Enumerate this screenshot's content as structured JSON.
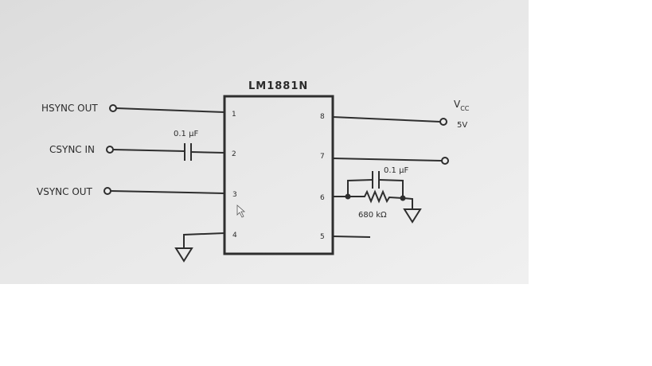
{
  "schematic": {
    "chip_label": "LM1881N",
    "inputs": {
      "hsync": "HSYNC OUT",
      "csync": "CSYNC IN",
      "vsync": "VSYNC OUT"
    },
    "supply": {
      "vcc_main": "V",
      "vcc_sub": "CC",
      "vcc_value": "5V"
    },
    "pins": {
      "p1": "1",
      "p2": "2",
      "p3": "3",
      "p4": "4",
      "p5": "5",
      "p6": "6",
      "p7": "7",
      "p8": "8"
    },
    "components": {
      "cap_input": "0.1 μF",
      "cap_rset": "0.1 μF",
      "resistor": "680 kΩ"
    }
  }
}
